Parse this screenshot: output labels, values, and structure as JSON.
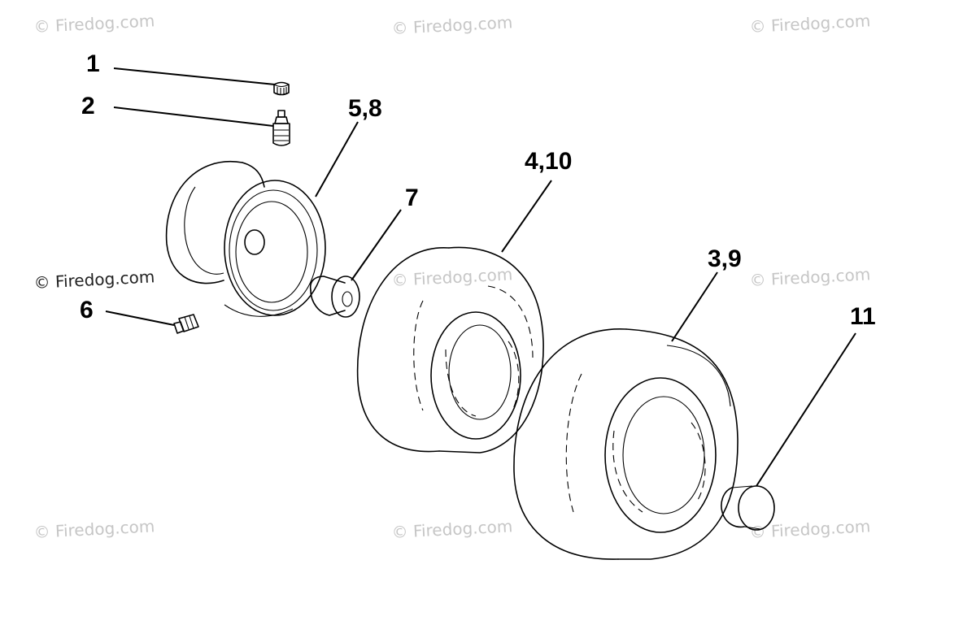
{
  "callouts": {
    "c1": "1",
    "c2": "2",
    "c58": "5,8",
    "c7": "7",
    "c410": "4,10",
    "c39": "3,9",
    "c6": "6",
    "c11": "11"
  },
  "watermark": {
    "text": "© Firedog.com"
  },
  "colors": {
    "line": "#000000",
    "watermark": "#c6c6c6",
    "background": "#ffffff"
  }
}
